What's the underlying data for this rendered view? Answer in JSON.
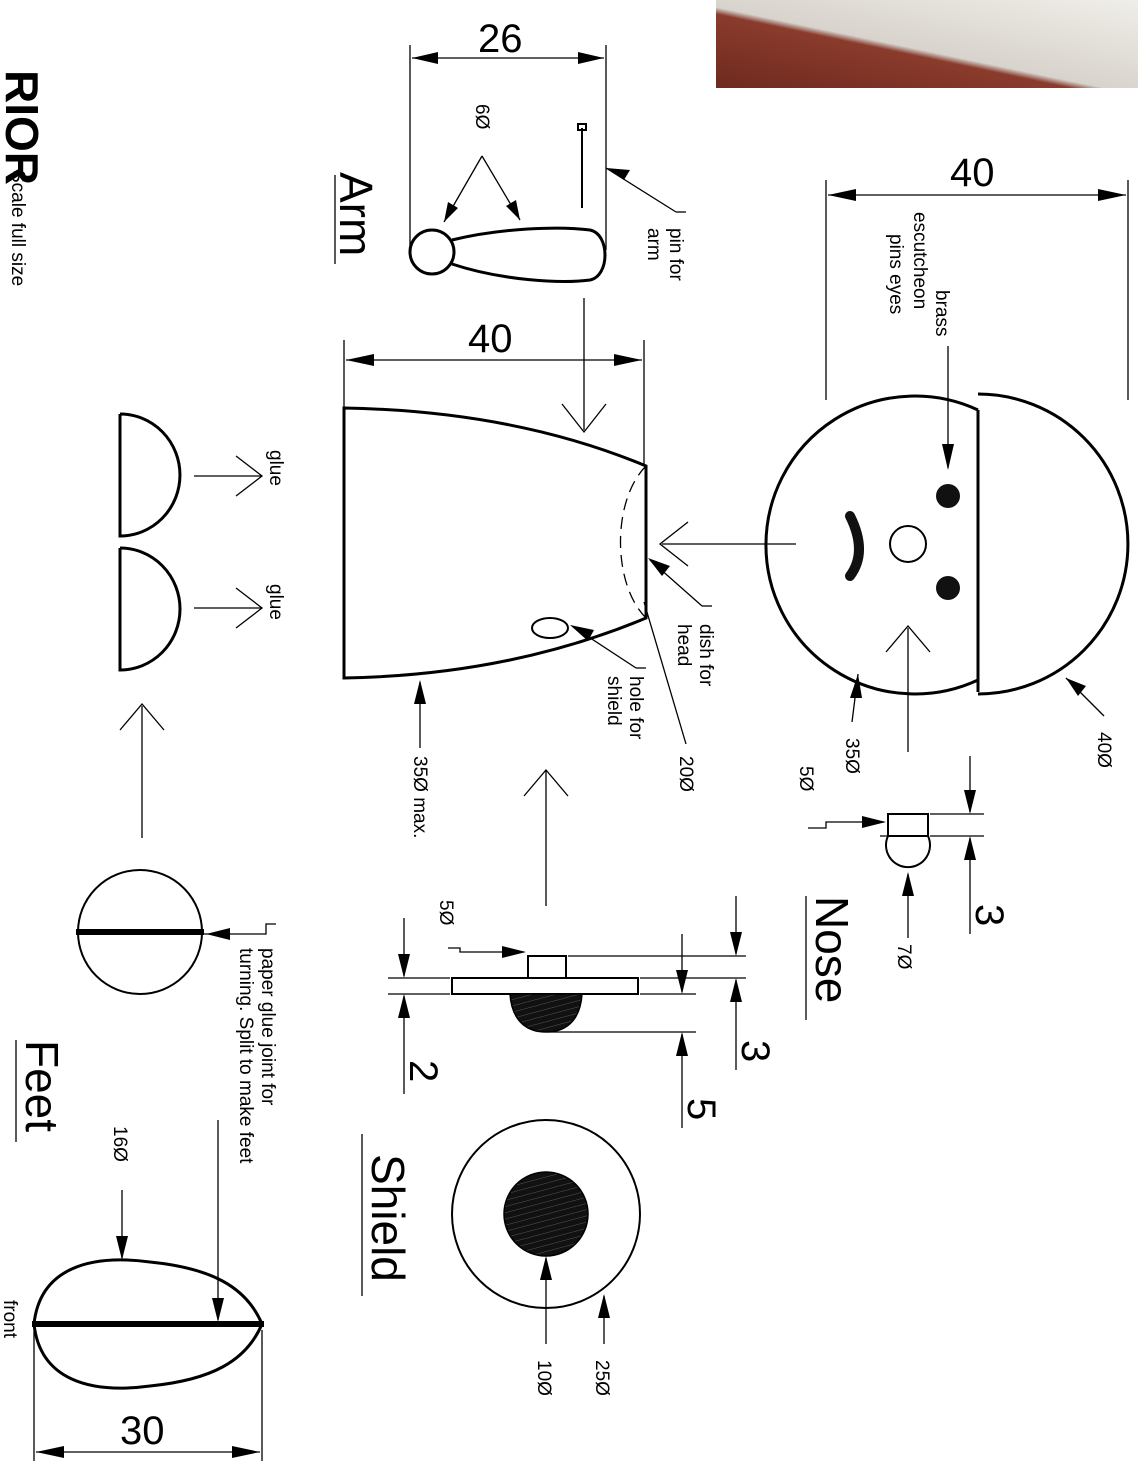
{
  "title_fragment": "RIOR",
  "subtitle": "Scale full size",
  "front_label": "front",
  "colors": {
    "line": "#000000",
    "photo_dark": "#7a2f22",
    "photo_light": "#e9e6e0"
  },
  "arm": {
    "title": "Arm",
    "dim_length": "26",
    "dia": "6Ø",
    "pin_label": "pin for\narm"
  },
  "head": {
    "dim_width": "40",
    "eyes_label": "brass\nescutcheon\npins eyes",
    "hat_dia": "40Ø",
    "head_dia": "35Ø"
  },
  "nose": {
    "title": "Nose",
    "dia_top": "5Ø",
    "dia_ball": "7Ø",
    "dim_3": "3"
  },
  "body": {
    "dim_width": "40",
    "dish_label": "dish for\nhead",
    "hole_label": "hole for\nshield",
    "dish_dia": "20Ø",
    "max_dia": "35Ø max."
  },
  "glue": {
    "label_1": "glue",
    "label_2": "glue"
  },
  "shield": {
    "title": "Shield",
    "pin_dia": "5Ø",
    "dim_2": "2",
    "dim_3": "3",
    "dim_5": "5",
    "outer_dia": "25Ø",
    "boss_dia": "10Ø"
  },
  "feet": {
    "title": "Feet",
    "paper_label": "paper glue joint for\nturning. Split to make feet",
    "dia": "16Ø",
    "dim_length": "30"
  }
}
